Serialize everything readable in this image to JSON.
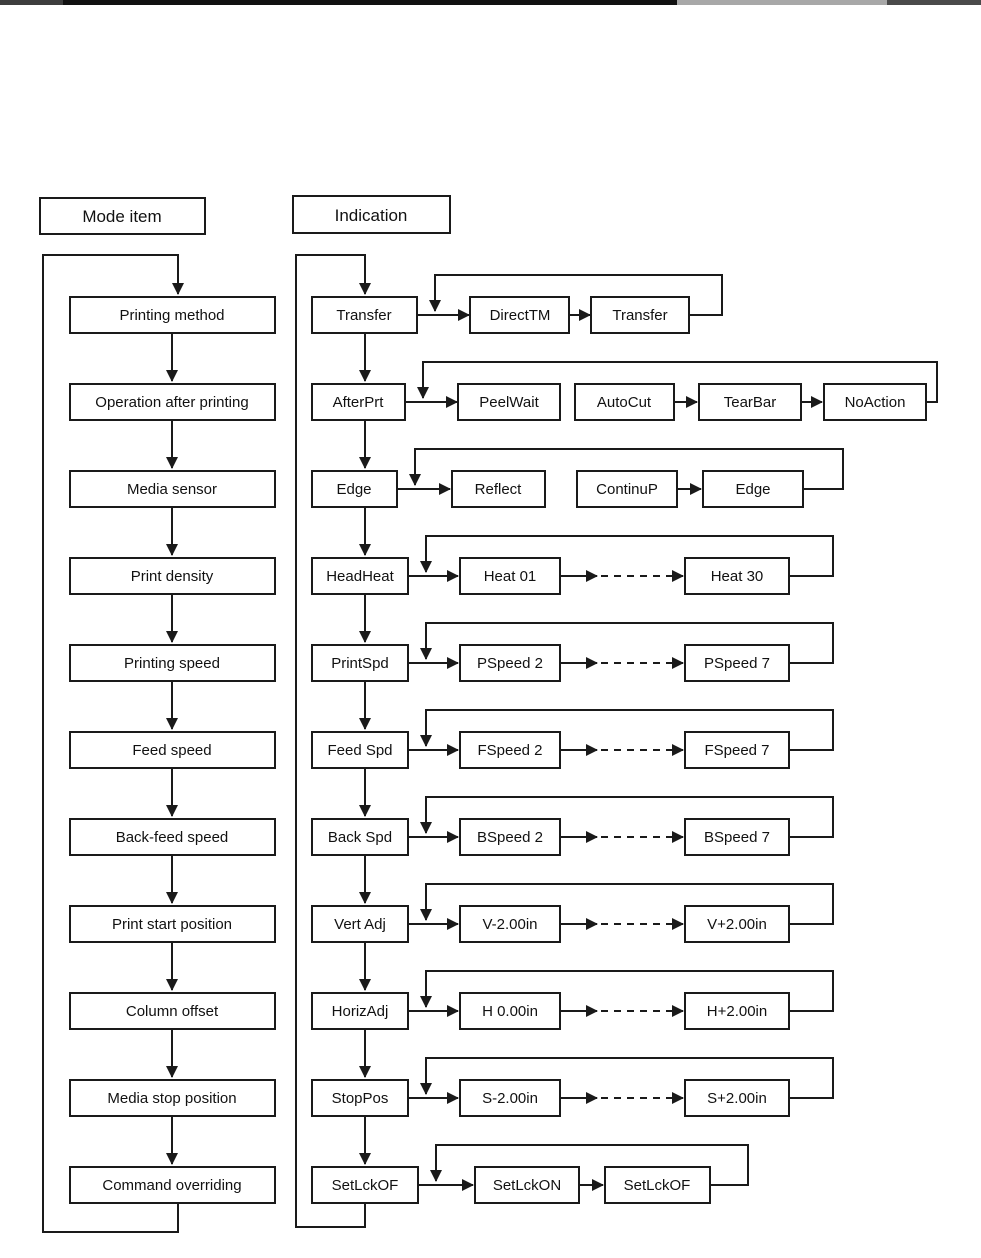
{
  "headers": {
    "mode_item": "Mode item",
    "indication": "Indication"
  },
  "rows": [
    {
      "mode": "Printing method",
      "indication": "Transfer",
      "options": [
        "DirectTM",
        "Transfer"
      ]
    },
    {
      "mode": "Operation after printing",
      "indication": "AfterPrt",
      "options": [
        "PeelWait",
        "AutoCut",
        "TearBar",
        "NoAction"
      ]
    },
    {
      "mode": "Media sensor",
      "indication": "Edge",
      "options": [
        "Reflect",
        "ContinuP",
        "Edge"
      ]
    },
    {
      "mode": "Print density",
      "indication": "HeadHeat",
      "options": [
        "Heat 01",
        "Heat 30"
      ],
      "dashed": true
    },
    {
      "mode": "Printing speed",
      "indication": "PrintSpd",
      "options": [
        "PSpeed 2",
        "PSpeed 7"
      ],
      "dashed": true
    },
    {
      "mode": "Feed speed",
      "indication": "Feed Spd",
      "options": [
        "FSpeed 2",
        "FSpeed 7"
      ],
      "dashed": true
    },
    {
      "mode": "Back-feed speed",
      "indication": "Back Spd",
      "options": [
        "BSpeed 2",
        "BSpeed 7"
      ],
      "dashed": true
    },
    {
      "mode": "Print start position",
      "indication": "Vert Adj",
      "options": [
        "V-2.00in",
        "V+2.00in"
      ],
      "dashed": true
    },
    {
      "mode": "Column offset",
      "indication": "HorizAdj",
      "options": [
        "H 0.00in",
        "H+2.00in"
      ],
      "dashed": true
    },
    {
      "mode": "Media stop position",
      "indication": "StopPos",
      "options": [
        "S-2.00in",
        "S+2.00in"
      ],
      "dashed": true
    },
    {
      "mode": "Command overriding",
      "indication": "SetLckOF",
      "options": [
        "SetLckON",
        "SetLckOF"
      ]
    }
  ],
  "colors": {
    "line": "#1a1a1a",
    "background": "#ffffff",
    "scan_edge_dark": "#111111",
    "scan_edge_gray": "#a8a8a8"
  }
}
